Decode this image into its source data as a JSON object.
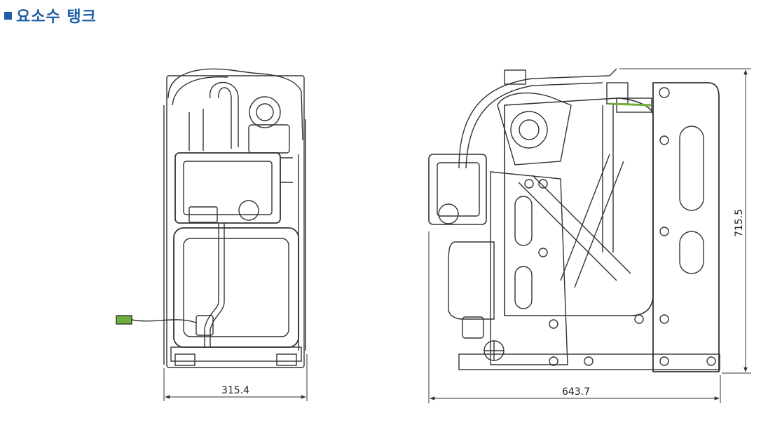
{
  "title": "요소수 탱크",
  "dimensions": {
    "side_width": "315.4",
    "front_width": "643.7",
    "height": "715.5"
  }
}
